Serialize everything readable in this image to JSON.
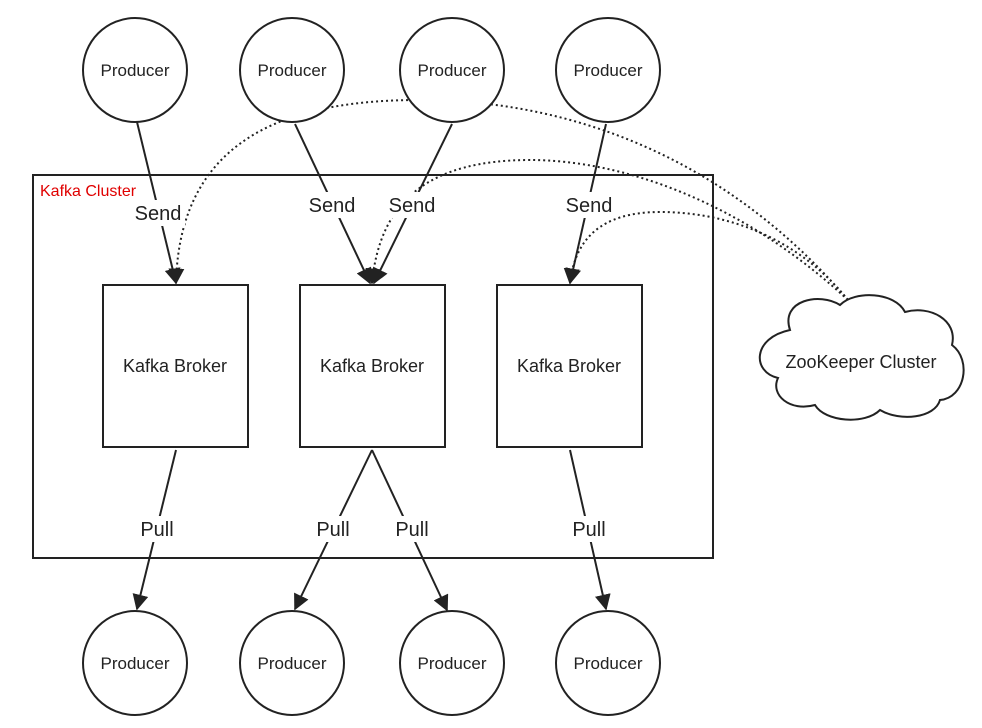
{
  "cluster": {
    "label": "Kafka Cluster",
    "label_color": "#e00000"
  },
  "producers_top": [
    "Producer",
    "Producer",
    "Producer",
    "Producer"
  ],
  "producers_bottom": [
    "Producer",
    "Producer",
    "Producer",
    "Producer"
  ],
  "brokers": [
    "Kafka Broker",
    "Kafka Broker",
    "Kafka Broker"
  ],
  "zookeeper": {
    "label": "ZooKeeper Cluster"
  },
  "send_labels": [
    "Send",
    "Send",
    "Send",
    "Send"
  ],
  "pull_labels": [
    "Pull",
    "Pull",
    "Pull",
    "Pull"
  ],
  "colors": {
    "stroke": "#222222",
    "cluster_label": "#e00000"
  }
}
